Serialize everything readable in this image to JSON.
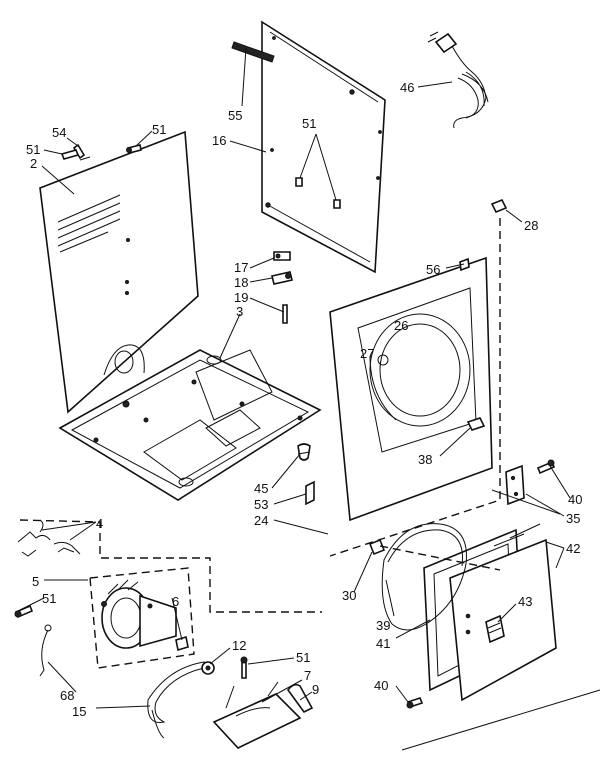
{
  "callouts": [
    {
      "id": "c54",
      "text": "54"
    },
    {
      "id": "c51a",
      "text": "51"
    },
    {
      "id": "c2",
      "text": "2"
    },
    {
      "id": "c51b",
      "text": "51"
    },
    {
      "id": "c55",
      "text": "55"
    },
    {
      "id": "c16",
      "text": "16"
    },
    {
      "id": "c51c",
      "text": "51"
    },
    {
      "id": "c46",
      "text": "46"
    },
    {
      "id": "c28",
      "text": "28"
    },
    {
      "id": "c56",
      "text": "56"
    },
    {
      "id": "c17",
      "text": "17"
    },
    {
      "id": "c18",
      "text": "18"
    },
    {
      "id": "c19",
      "text": "19"
    },
    {
      "id": "c3",
      "text": "3"
    },
    {
      "id": "c26",
      "text": "26"
    },
    {
      "id": "c27",
      "text": "27"
    },
    {
      "id": "c38",
      "text": "38"
    },
    {
      "id": "c45",
      "text": "45"
    },
    {
      "id": "c53",
      "text": "53"
    },
    {
      "id": "c24",
      "text": "24"
    },
    {
      "id": "c40a",
      "text": "40"
    },
    {
      "id": "c35",
      "text": "35"
    },
    {
      "id": "c4",
      "text": "4"
    },
    {
      "id": "c5",
      "text": "5"
    },
    {
      "id": "c51d",
      "text": "51"
    },
    {
      "id": "c6",
      "text": "6"
    },
    {
      "id": "c30",
      "text": "30"
    },
    {
      "id": "c42",
      "text": "42"
    },
    {
      "id": "c43",
      "text": "43"
    },
    {
      "id": "c12",
      "text": "12"
    },
    {
      "id": "c51e",
      "text": "51"
    },
    {
      "id": "c7",
      "text": "7"
    },
    {
      "id": "c9",
      "text": "9"
    },
    {
      "id": "c39",
      "text": "39"
    },
    {
      "id": "c41",
      "text": "41"
    },
    {
      "id": "c40b",
      "text": "40"
    },
    {
      "id": "c68",
      "text": "68"
    },
    {
      "id": "c15",
      "text": "15"
    }
  ]
}
